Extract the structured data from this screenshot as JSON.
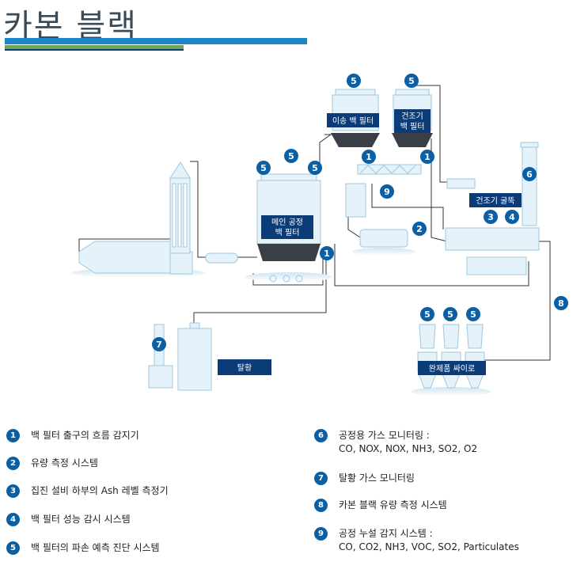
{
  "title": "카본 블랙",
  "colors": {
    "accent": "#1b86c8",
    "badge": "#0b5fa5",
    "label_bg": "#0c3c78",
    "equipment": "#e6f2f9",
    "stroke": "#9fc7df",
    "hopper": "#3a3f47"
  },
  "diagram": {
    "labels": {
      "transfer_bag_filter": [
        "이송 백 필터"
      ],
      "dryer_bag_filter": [
        "건조기",
        "백 필터"
      ],
      "main_bag_filter": [
        "메인 공정",
        "백 필터"
      ],
      "dryer_stack": [
        "건조기 굴뚝"
      ],
      "desulfurization": [
        "탈황"
      ],
      "silo": [
        "완제품 싸이로"
      ]
    },
    "badges": [
      "5",
      "5",
      "5",
      "5",
      "5",
      "1",
      "1",
      "1",
      "9",
      "2",
      "6",
      "3",
      "4",
      "7",
      "8",
      "5",
      "5",
      "5"
    ]
  },
  "legend": {
    "left": [
      {
        "num": "1",
        "text": "백 필터 출구의 흐름 감지기"
      },
      {
        "num": "2",
        "text": "유량 측정 시스템"
      },
      {
        "num": "3",
        "text": "집진 설비 하부의 Ash 레벨 측정기"
      },
      {
        "num": "4",
        "text": "백 필터 성능 감시 시스템"
      },
      {
        "num": "5",
        "text": "백 필터의 파손 예측 진단 시스템"
      }
    ],
    "right": [
      {
        "num": "6",
        "text": "공정용 가스 모니터링 :",
        "sub": "CO, NOX, NOX, NH3, SO2, O2"
      },
      {
        "num": "7",
        "text": "탈황 가스 모니터링"
      },
      {
        "num": "8",
        "text": "카본 블랙 유량 측정 시스템"
      },
      {
        "num": "9",
        "text": "공정 누설 감지 시스템 :",
        "sub": "CO, CO2, NH3, VOC, SO2, Particulates"
      }
    ]
  }
}
